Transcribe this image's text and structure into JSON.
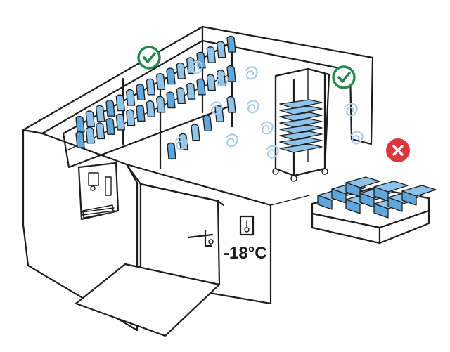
{
  "thermostat": {
    "reading": "-18°C"
  },
  "markers": {
    "shelf_check": {
      "icon": "check-mark-icon",
      "color": "#1f8a4c",
      "meaning": "ok"
    },
    "rack_check": {
      "icon": "check-mark-icon",
      "color": "#1f8a4c",
      "meaning": "ok"
    },
    "pallet_cross": {
      "icon": "cross-mark-icon",
      "color": "#d9363e",
      "meaning": "not ok"
    }
  },
  "colors": {
    "product": "#8fc3ea",
    "product_dark": "#5ea6dc",
    "airflow": "#a9cdec",
    "ink": "#1d1d1b"
  }
}
